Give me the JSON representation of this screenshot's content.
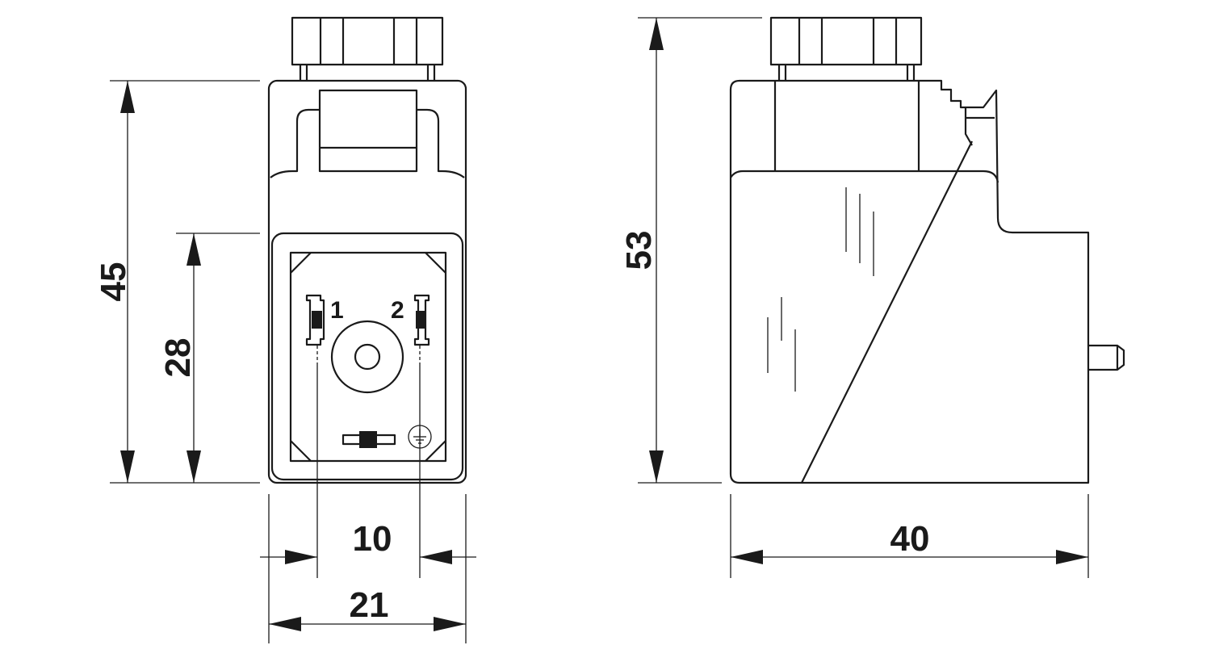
{
  "dimensions": {
    "front_height": "45",
    "front_contact_height": "28",
    "front_pin_spacing": "10",
    "front_width": "21",
    "side_height": "53",
    "side_depth": "40"
  },
  "pins": {
    "pin1": "1",
    "pin2": "2"
  },
  "colors": {
    "line": "#1a1a1a",
    "background": "#ffffff"
  },
  "icons": {
    "ground": "ground-symbol-icon"
  }
}
